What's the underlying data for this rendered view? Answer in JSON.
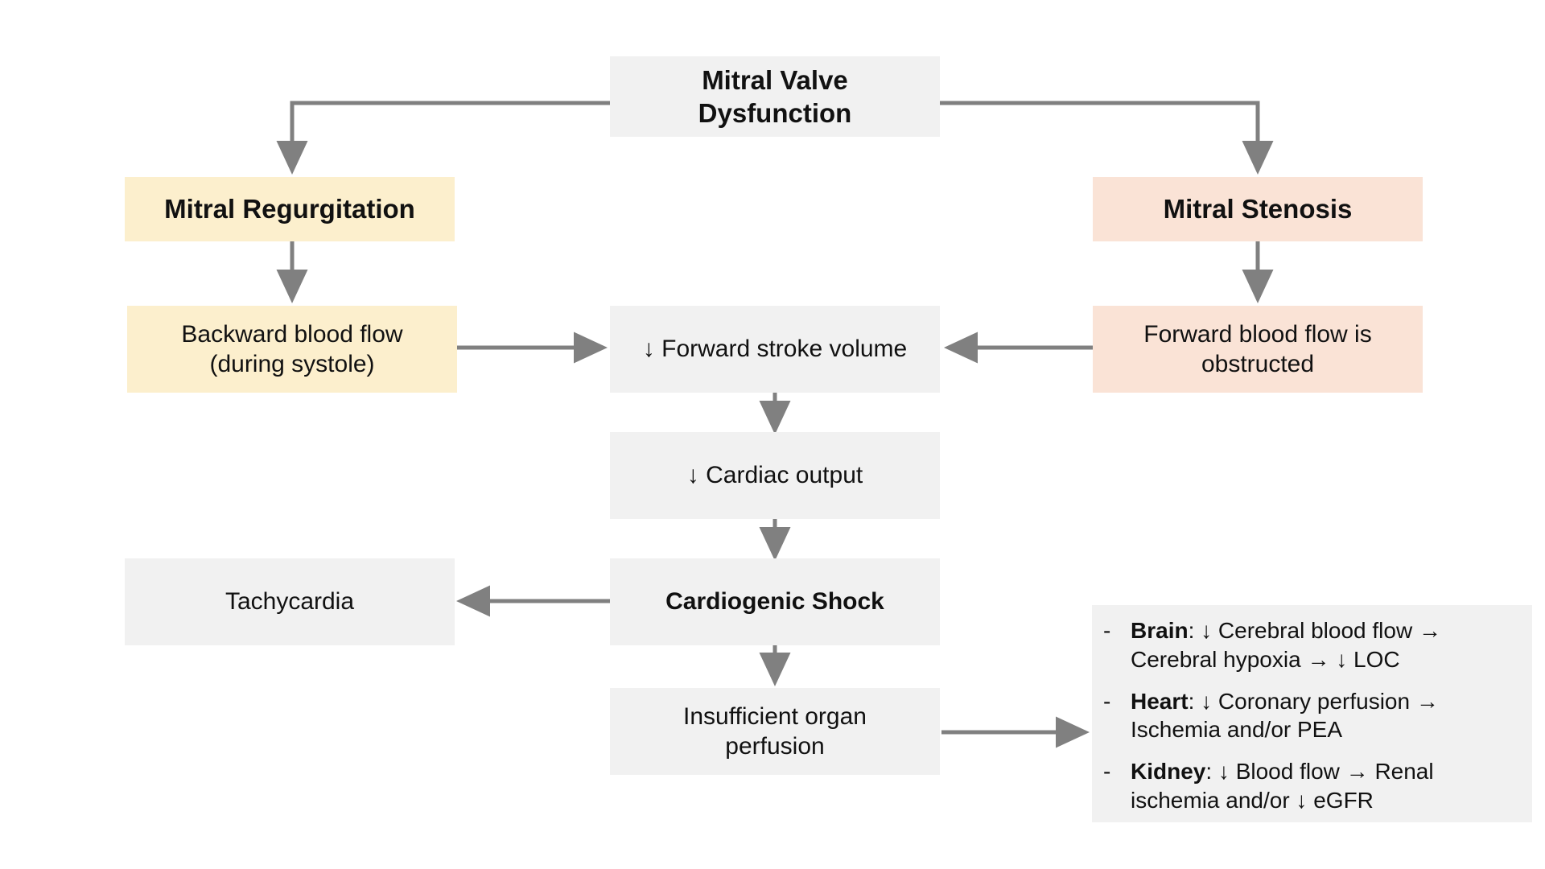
{
  "diagram": {
    "title_node": {
      "label": "Mitral Valve\nDysfunction"
    },
    "branches": {
      "left": {
        "label": "Mitral Regurgitation"
      },
      "right": {
        "label": "Mitral Stenosis"
      }
    },
    "mechanisms": {
      "left": {
        "label": "Backward blood flow\n(during systole)"
      },
      "right": {
        "label": "Forward blood flow is\nobstructed"
      }
    },
    "center_chain": [
      {
        "label": "↓ Forward stroke volume"
      },
      {
        "label": "↓ Cardiac output"
      },
      {
        "label": "Cardiogenic Shock"
      },
      {
        "label": "Insufficient organ\nperfusion"
      }
    ],
    "compensation": {
      "label": "Tachycardia"
    },
    "organ_effects": {
      "bullet": "-",
      "items": [
        {
          "organ": "Brain",
          "sep": ": ",
          "text": "↓ Cerebral blood flow → Cerebral hypoxia → ↓ LOC"
        },
        {
          "organ": "Heart",
          "sep": ": ",
          "text": "↓ Coronary perfusion → Ischemia and/or PEA"
        },
        {
          "organ": "Kidney",
          "sep": ": ",
          "text": "↓ Blood flow → Renal ischemia  and/or ↓ eGFR"
        }
      ]
    },
    "colors": {
      "gray_box": "#f1f1f1",
      "cream_box": "#fcefcd",
      "peach_box": "#fae3d6",
      "connector": "#808080",
      "text": "#111111",
      "background": "#ffffff"
    }
  }
}
